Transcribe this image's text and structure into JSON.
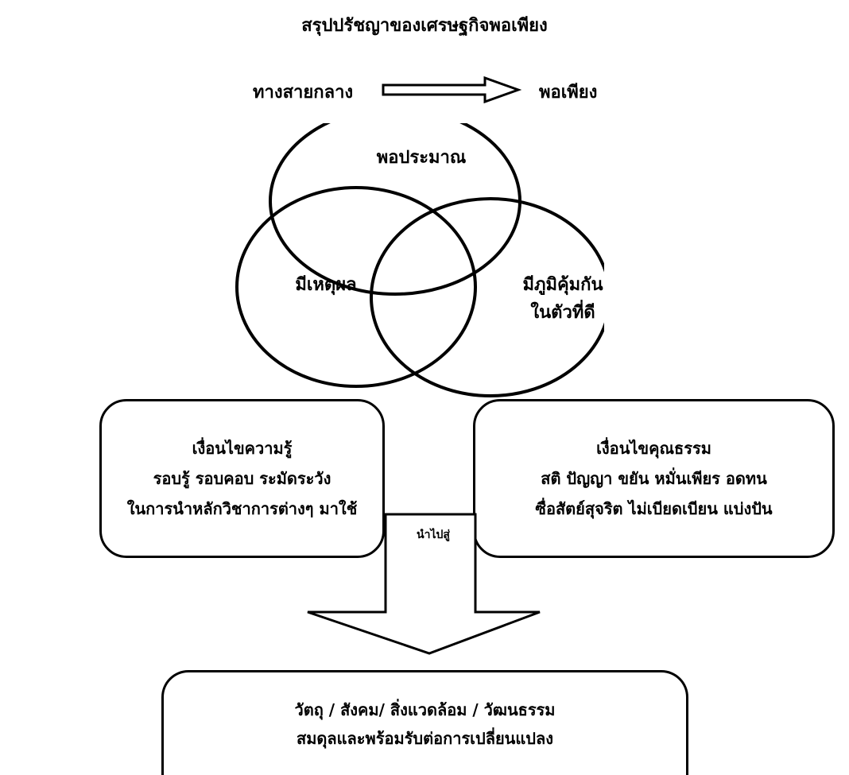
{
  "title": "สรุปปรัชญาของเศรษฐกิจพอเพียง",
  "flow": {
    "left": "ทางสายกลาง",
    "right": "พอเพียง"
  },
  "venn": {
    "top": "พอประมาณ",
    "left": "มีเหตุผล",
    "right_line1": "มีภูมิคุ้มกัน",
    "right_line2": "ในตัวที่ดี"
  },
  "knowledge_box": {
    "line1": "เงื่อนไขความรู้",
    "line2": "รอบรู้ รอบคอบ ระมัดระวัง",
    "line3": "ในการนำหลักวิชาการต่างๆ มาใช้"
  },
  "virtue_box": {
    "line1": "เงื่อนไขคุณธรรม",
    "line2": "สติ ปัญญา ขยัน หมั่นเพียร อดทน",
    "line3": "ซื่อสัตย์สุจริต ไม่เบียดเบียน แบ่งปัน"
  },
  "arrow_label": "นำไปสู่",
  "result_box": {
    "line1": "วัตถุ / สังคม/ สิ่งแวดล้อม / วัฒนธรรม",
    "line2": "สมดุลและพร้อมรับต่อการเปลี่ยนแปลง"
  }
}
